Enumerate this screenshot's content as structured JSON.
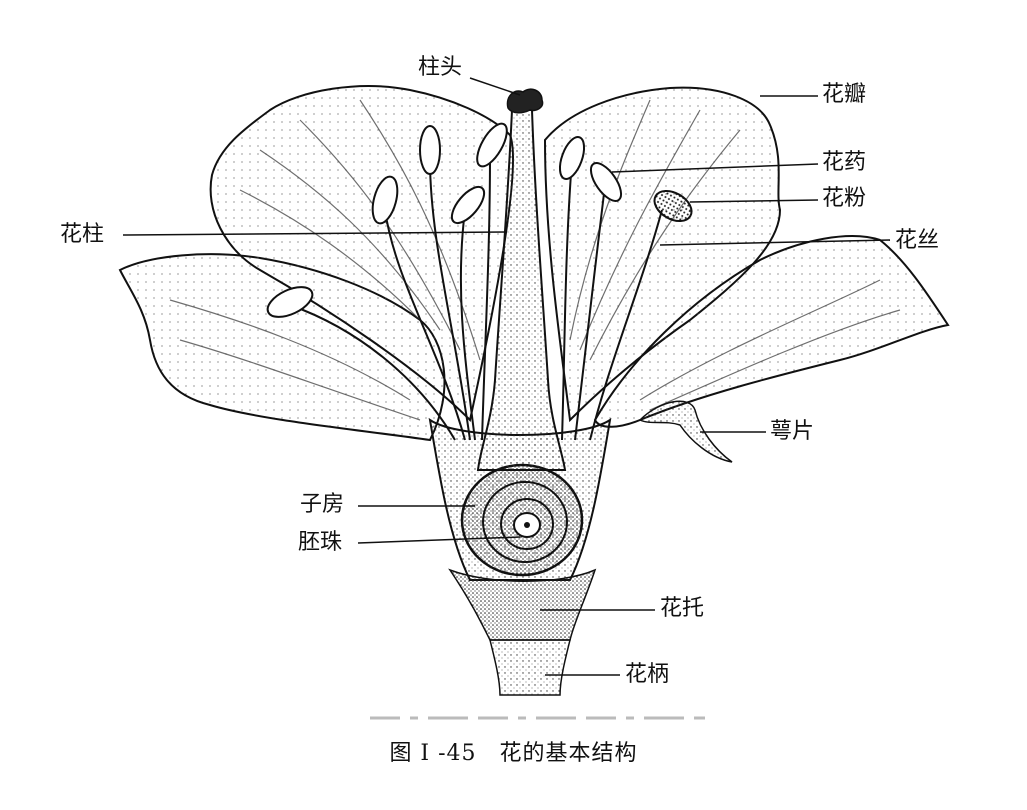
{
  "labels": {
    "stigma": "柱头",
    "petal": "花瓣",
    "anther": "花药",
    "pollen": "花粉",
    "style": "花柱",
    "filament": "花丝",
    "sepal": "萼片",
    "ovary": "子房",
    "ovule": "胚珠",
    "receptacle": "花托",
    "pedicel": "花柄"
  },
  "caption": "图 I -45　花的基本结构"
}
